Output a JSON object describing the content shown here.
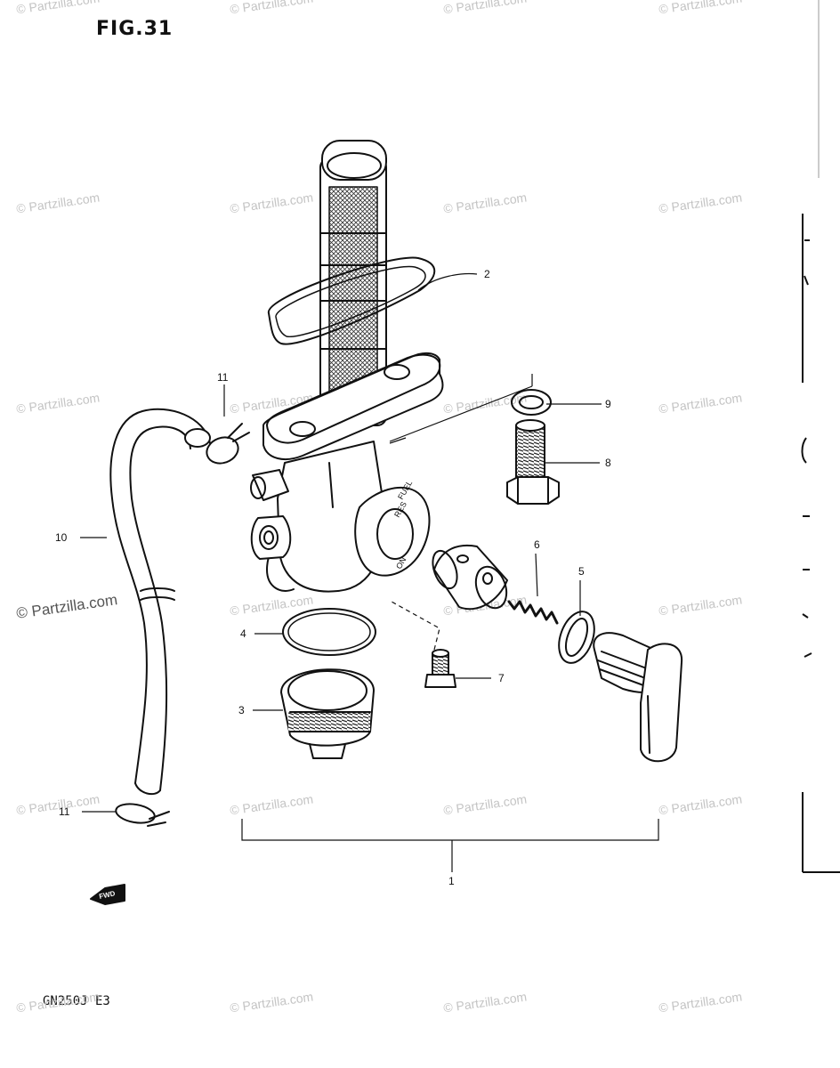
{
  "figure": {
    "title": "FIG.31",
    "model_code": "GN250J E3"
  },
  "watermark": {
    "text": "© Partzilla.com"
  },
  "valve": {
    "marks": [
      "FUEL",
      "RES",
      "ON"
    ]
  },
  "arrow": {
    "text": "FWD"
  },
  "callouts": [
    "1",
    "2",
    "3",
    "4",
    "5",
    "6",
    "7",
    "8",
    "9",
    "10",
    "11",
    "11"
  ]
}
